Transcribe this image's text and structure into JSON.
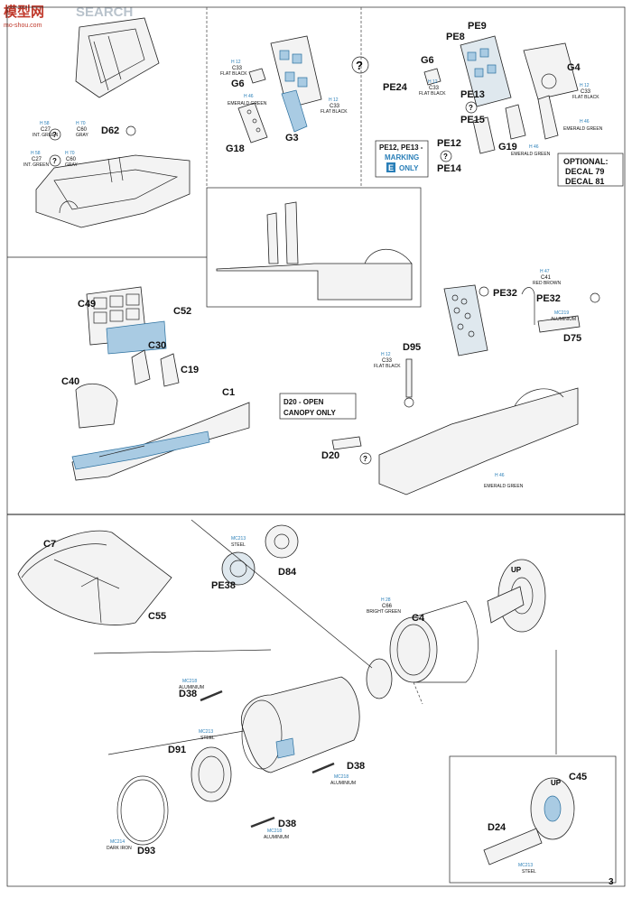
{
  "watermark": {
    "logo": "模型网",
    "site": "SEARCH",
    "url": "mo-shou.com"
  },
  "panel_top_left": {
    "part_d62": "D62",
    "callouts": [
      {
        "code": "H 58",
        "number": "C27",
        "name": "INT. GREEN"
      },
      {
        "code": "H 70",
        "number": "C60",
        "name": "GRAY"
      },
      {
        "code": "H 58",
        "number": "C27",
        "name": "INT. GREEN"
      },
      {
        "code": "H 70",
        "number": "C60",
        "name": "GRAY"
      }
    ]
  },
  "panel_top_middle": {
    "parts": [
      "G6",
      "G18",
      "G3"
    ],
    "callouts": [
      {
        "code": "H 12",
        "number": "C33",
        "name": "FLAT BLACK"
      },
      {
        "code": "H 46",
        "number": "",
        "name": "EMERALD GREEN"
      },
      {
        "code": "H 12",
        "number": "C33",
        "name": "FLAT BLACK"
      }
    ]
  },
  "panel_top_right": {
    "parts": [
      "PE9",
      "PE8",
      "G6",
      "G4",
      "PE24",
      "PE13",
      "PE15",
      "PE12",
      "PE14",
      "G19"
    ],
    "callouts": [
      {
        "code": "H 12",
        "number": "C33",
        "name": "FLAT BLACK"
      },
      {
        "code": "H 12",
        "number": "C33",
        "name": "FLAT BLACK"
      },
      {
        "code": "H 46",
        "number": "",
        "name": "EMERALD GREEN"
      },
      {
        "code": "H 46",
        "number": "",
        "name": "EMERALD GREEN"
      }
    ],
    "marking_note": {
      "line1": "PE12, PE13 -",
      "line2": "MARKING",
      "badge": "E",
      "line3": "ONLY"
    },
    "optional": {
      "line1": "OPTIONAL:",
      "line2": "DECAL 79",
      "line3": "DECAL 81"
    }
  },
  "panel_middle_left": {
    "parts": [
      "C49",
      "C52",
      "C30",
      "C19",
      "C40",
      "C1"
    ]
  },
  "panel_middle_right": {
    "parts": [
      "PE32",
      "PE32",
      "D75",
      "D95",
      "D20"
    ],
    "callouts": [
      {
        "code": "H 47",
        "number": "C41",
        "name": "RED BROWN"
      },
      {
        "code": "MC219",
        "number": "",
        "name": "ALUMINIUM"
      },
      {
        "code": "H 12",
        "number": "C33",
        "name": "FLAT BLACK"
      },
      {
        "code": "H 46",
        "number": "",
        "name": "EMERALD GREEN"
      }
    ],
    "canopy_note": {
      "line1": "D20 - OPEN",
      "line2": "CANOPY ONLY"
    }
  },
  "panel_bottom": {
    "parts": [
      "C7",
      "C55",
      "PE38",
      "D84",
      "C4",
      "D38",
      "D91",
      "D38",
      "D38",
      "D93",
      "C45",
      "D24"
    ],
    "callouts": [
      {
        "code": "MC213",
        "number": "",
        "name": "STEEL"
      },
      {
        "code": "H 28",
        "number": "C66",
        "name": "BRIGHT GREEN"
      },
      {
        "code": "MC218",
        "number": "",
        "name": "ALUMINIUM"
      },
      {
        "code": "MC213",
        "number": "",
        "name": "STEEL"
      },
      {
        "code": "MC218",
        "number": "",
        "name": "ALUMINIUM"
      },
      {
        "code": "MC218",
        "number": "",
        "name": "ALUMINIUM"
      },
      {
        "code": "MC214",
        "number": "",
        "name": "DARK IRON"
      },
      {
        "code": "MC213",
        "number": "",
        "name": "STEEL"
      }
    ],
    "up_mark": "UP"
  },
  "page_number": "3"
}
